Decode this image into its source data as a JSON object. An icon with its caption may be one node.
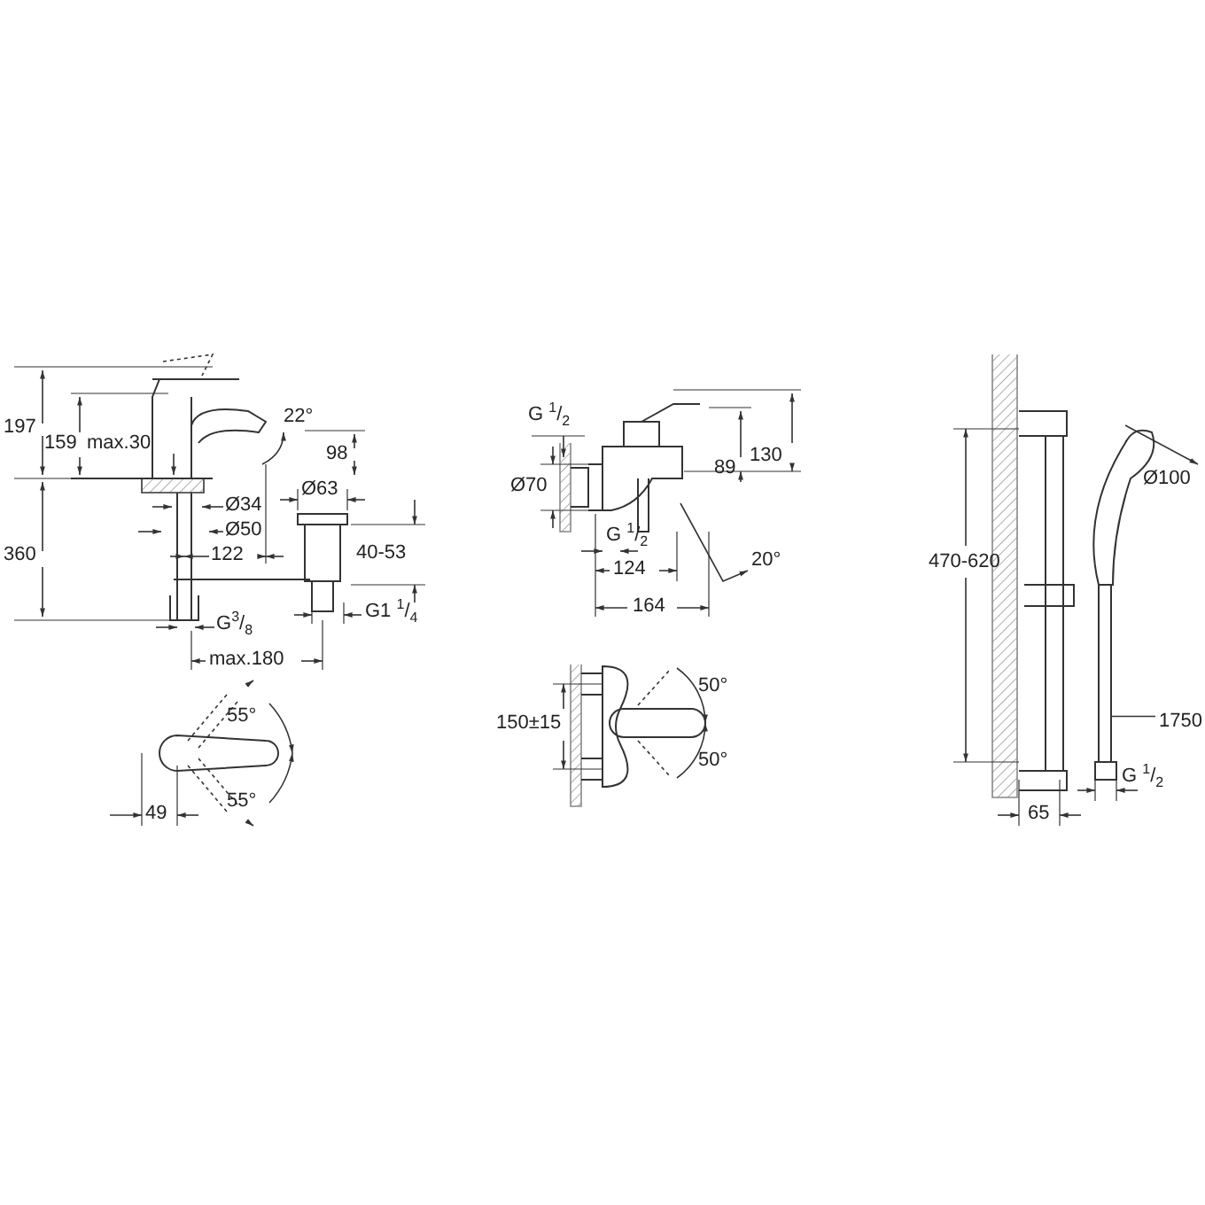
{
  "diagram": {
    "nodes": [
      {
        "text": [
          "1750"
        ]
      },
      {
        "text": [],
        "shape": "picture"
      }
    ],
    "edges": [
      {
        "from": 0,
        "to": 1,
        "arrow": "none"
      }
    ],
    "labels": [
      "197",
      "159",
      "max.30",
      "22°",
      "98",
      "Ø34",
      "Ø50",
      "Ø63",
      "122",
      "40-53",
      "360",
      "G$^{3}$/$_{8}$",
      "G1 $^{1}$/$_{4}$",
      "max.180",
      "55°",
      "55°",
      "49",
      "G $^{1}$/$_{2}$",
      "130",
      "89",
      "Ø70",
      "G $^{1}$/$_{2}$",
      "124",
      "20°",
      "164",
      "50°",
      "150±15",
      "50°",
      "470-620",
      "Ø100",
      "G $^{1}$/$_{2}$",
      "65"
    ]
  }
}
